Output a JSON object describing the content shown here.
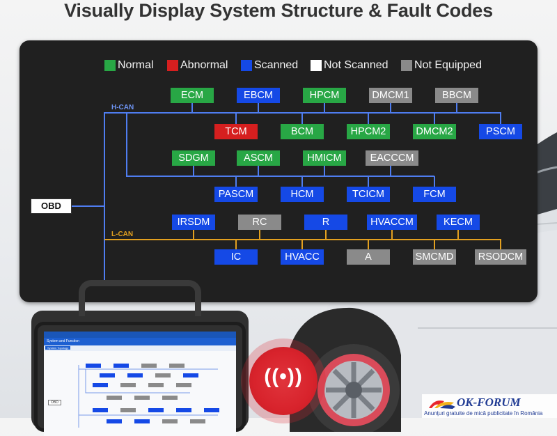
{
  "headline": "Visually Display System Structure & Fault Codes",
  "legend": [
    {
      "label": "Normal",
      "color": "#28a745"
    },
    {
      "label": "Abnormal",
      "color": "#d61f1f"
    },
    {
      "label": "Scanned",
      "color": "#1549e6"
    },
    {
      "label": "Not Scanned",
      "color": "#ffffff"
    },
    {
      "label": "Not Equipped",
      "color": "#8a8a8a"
    }
  ],
  "bus_labels": {
    "hcan": "H-CAN",
    "lcan": "L-CAN",
    "hcan_color": "#4f7df0",
    "lcan_color": "#e3a01f"
  },
  "obd_label": "OBD",
  "ecus": {
    "ecm": {
      "label": "ECM",
      "status": "normal"
    },
    "ebcm": {
      "label": "EBCM",
      "status": "scanned"
    },
    "hpcm": {
      "label": "HPCM",
      "status": "normal"
    },
    "dmcm1": {
      "label": "DMCM1",
      "status": "noequip"
    },
    "bbcm": {
      "label": "BBCM",
      "status": "noequip"
    },
    "tcm": {
      "label": "TCM",
      "status": "abnormal"
    },
    "bcm": {
      "label": "BCM",
      "status": "normal"
    },
    "hpcm2": {
      "label": "HPCM2",
      "status": "normal"
    },
    "dmcm2": {
      "label": "DMCM2",
      "status": "normal"
    },
    "pscm": {
      "label": "PSCM",
      "status": "scanned"
    },
    "sdgm": {
      "label": "SDGM",
      "status": "normal"
    },
    "ascm": {
      "label": "ASCM",
      "status": "normal"
    },
    "hmicm": {
      "label": "HMICM",
      "status": "normal"
    },
    "eacccm": {
      "label": "EACCCM",
      "status": "noequip"
    },
    "pascm": {
      "label": "PASCM",
      "status": "scanned"
    },
    "hcm": {
      "label": "HCM",
      "status": "scanned"
    },
    "tcicm": {
      "label": "TCICM",
      "status": "scanned"
    },
    "fcm": {
      "label": "FCM",
      "status": "scanned"
    },
    "irsdm": {
      "label": "IRSDM",
      "status": "scanned"
    },
    "rc": {
      "label": "RC",
      "status": "noequip"
    },
    "r": {
      "label": "R",
      "status": "scanned"
    },
    "hvaccm": {
      "label": "HVACCM",
      "status": "scanned"
    },
    "kecm": {
      "label": "KECM",
      "status": "scanned"
    },
    "ic": {
      "label": "IC",
      "status": "scanned"
    },
    "hvacc": {
      "label": "HVACC",
      "status": "scanned"
    },
    "a": {
      "label": "A",
      "status": "noequip"
    },
    "smcmd": {
      "label": "SMCMD",
      "status": "noequip"
    },
    "rsodcm": {
      "label": "RSODCM",
      "status": "noequip"
    }
  },
  "tablet": {
    "title": "System and Function",
    "tab1": "System Topology",
    "nfc_icon": "nfc-signal-icon"
  },
  "watermark": {
    "brand": "OK-FORUM",
    "tagline": "Anunțuri gratuite de mică publicitate în România"
  }
}
